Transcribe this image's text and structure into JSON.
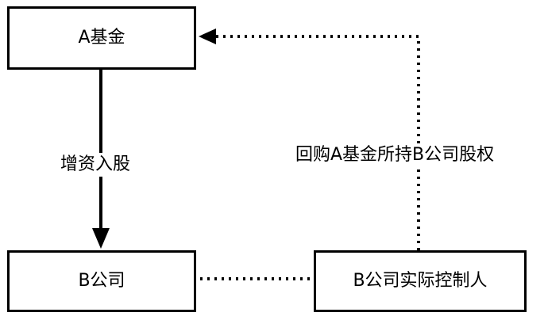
{
  "nodes": {
    "fund_a": "A基金",
    "company_b": "B公司",
    "controller_b": "B公司实际控制人"
  },
  "edges": {
    "capital_increase": "增资入股",
    "buyback": "回购A基金所持B公司股权"
  },
  "colors": {
    "stroke": "#000000",
    "background": "#ffffff"
  }
}
